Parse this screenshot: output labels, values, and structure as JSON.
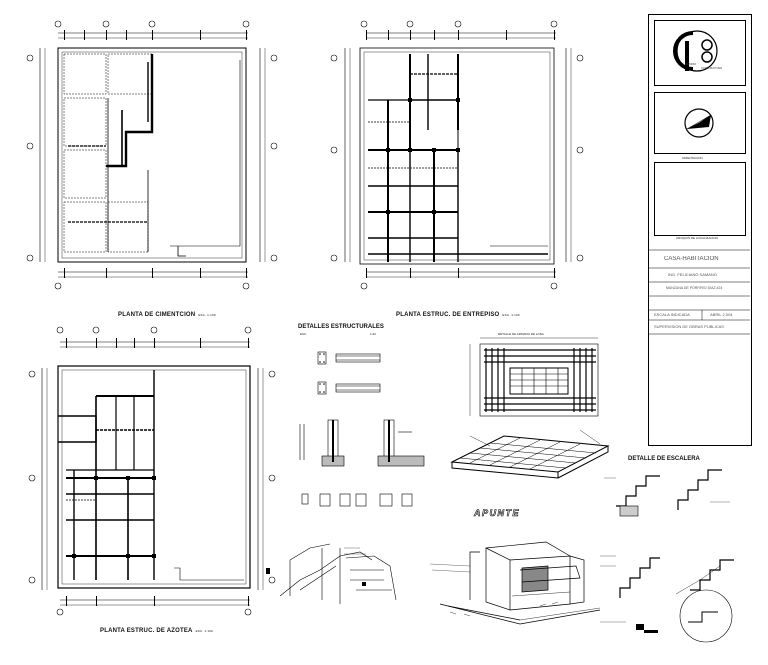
{
  "plans": {
    "cimentacion": {
      "title": "PLANTA DE CIMENTCION",
      "scale": "ESC. 1:100"
    },
    "entrepiso": {
      "title": "PLANTA ESTRUC. DE ENTREPISO",
      "scale": "ESC. 1:100"
    },
    "azotea": {
      "title": "PLANTA ESTRUC. DE AZOTEA",
      "scale": "ESC. 1:100"
    }
  },
  "details": {
    "title": "DETALLES ESTRUCTURALES",
    "esc_label": "ESC.",
    "esc_value": "1:20",
    "slab_detail_caption": "DETALLE DE ARMADO DE LOSA",
    "stair_title": "DETALLE DE ESCALERA",
    "apunte": "APUNTE"
  },
  "title_block": {
    "logo_lines": [
      "ESTUDIO",
      "CONSTRUCTORA"
    ],
    "north_label": "ORIENTACION",
    "location_label": "CROQUIS DE LOCALIZACION",
    "project": "CASA-HABITACION",
    "owner": "ING. FELICIANO SAMANO",
    "address": "MANZANA DE PORFIRIO DIAZ #24",
    "scale_field": "ESCALA INDICADA",
    "date_field": "ABRIL 2.004",
    "agency": "SUPERVISION DE OBRAS PUBLICAS"
  },
  "colors": {
    "line": "#000000",
    "paper": "#ffffff",
    "faint": "#888888"
  }
}
